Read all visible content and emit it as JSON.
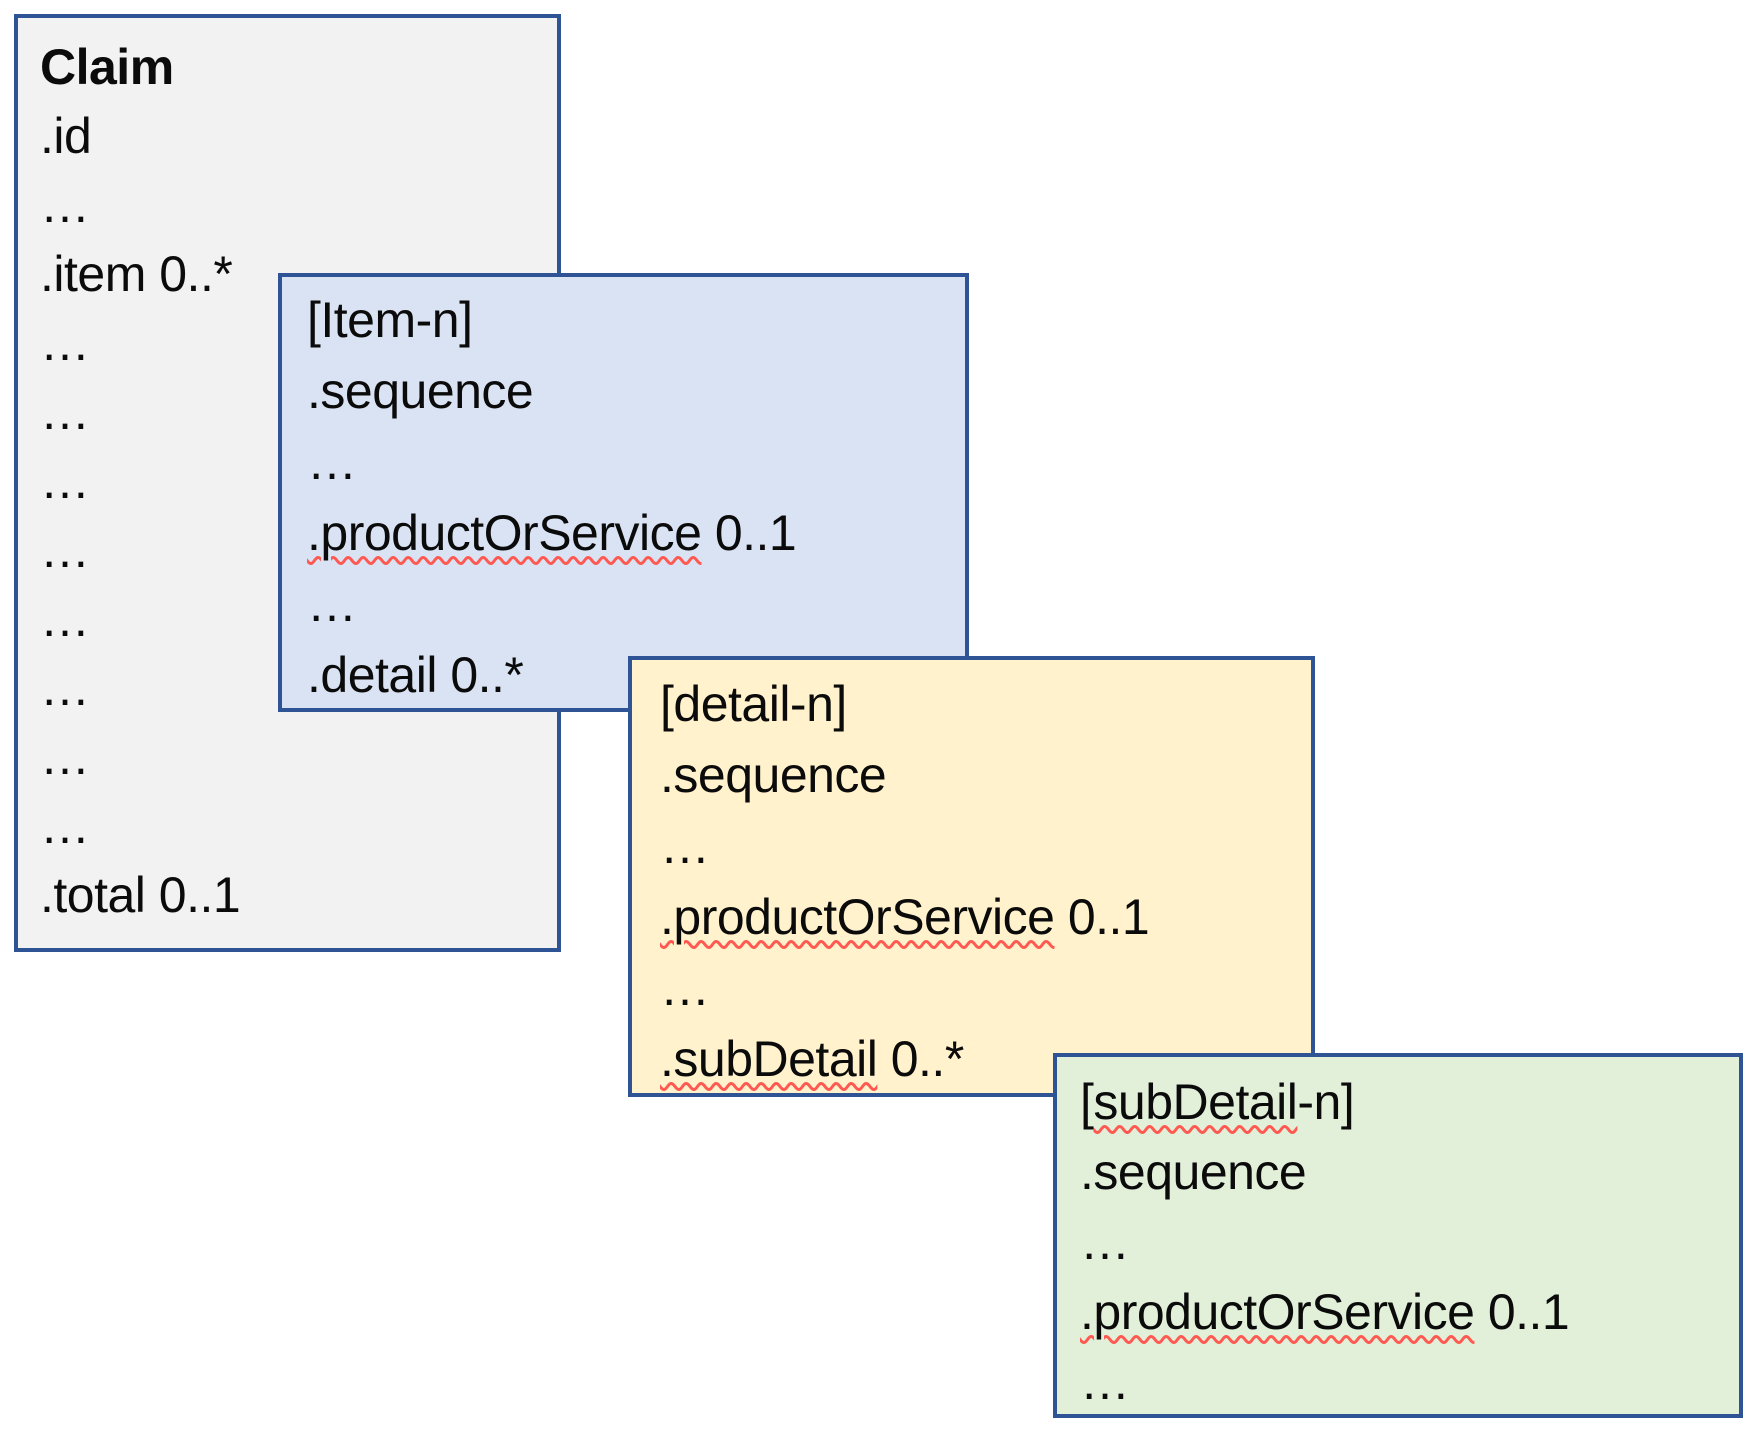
{
  "diagram": {
    "description": "Nested structure diagram of a Claim resource with item, detail and subDetail levels",
    "background_color": "#ffffff",
    "border_color": "#2F5496",
    "squiggle_color": "#ff5a52",
    "boxes": [
      {
        "id": "claim",
        "fill": "#F2F2F2",
        "lines": [
          {
            "pre": "Claim",
            "squiggle": "",
            "post": ""
          },
          {
            "pre": ".id",
            "squiggle": "",
            "post": ""
          },
          {
            "pre": "…",
            "squiggle": "",
            "post": ""
          },
          {
            "pre": ".item 0..*",
            "squiggle": "",
            "post": ""
          },
          {
            "pre": "…",
            "squiggle": "",
            "post": ""
          },
          {
            "pre": "…",
            "squiggle": "",
            "post": ""
          },
          {
            "pre": "…",
            "squiggle": "",
            "post": ""
          },
          {
            "pre": "…",
            "squiggle": "",
            "post": ""
          },
          {
            "pre": "…",
            "squiggle": "",
            "post": ""
          },
          {
            "pre": "…",
            "squiggle": "",
            "post": ""
          },
          {
            "pre": "…",
            "squiggle": "",
            "post": ""
          },
          {
            "pre": "…",
            "squiggle": "",
            "post": ""
          },
          {
            "pre": ".total 0..1",
            "squiggle": "",
            "post": ""
          }
        ]
      },
      {
        "id": "item",
        "fill": "#DAE3F3",
        "lines": [
          {
            "pre": "[Item-n]",
            "squiggle": "",
            "post": ""
          },
          {
            "pre": ".sequence",
            "squiggle": "",
            "post": ""
          },
          {
            "pre": "…",
            "squiggle": "",
            "post": ""
          },
          {
            "pre": "",
            "squiggle": ".productOrService",
            "post": " 0..1"
          },
          {
            "pre": "…",
            "squiggle": "",
            "post": ""
          },
          {
            "pre": ".detail 0..*",
            "squiggle": "",
            "post": ""
          }
        ]
      },
      {
        "id": "detail",
        "fill": "#FFF2CC",
        "lines": [
          {
            "pre": "[detail-n]",
            "squiggle": "",
            "post": ""
          },
          {
            "pre": ".sequence",
            "squiggle": "",
            "post": ""
          },
          {
            "pre": "…",
            "squiggle": "",
            "post": ""
          },
          {
            "pre": "",
            "squiggle": ".productOrService",
            "post": " 0..1"
          },
          {
            "pre": "…",
            "squiggle": "",
            "post": ""
          },
          {
            "pre": "",
            "squiggle": ".subDetail",
            "post": " 0..*"
          }
        ]
      },
      {
        "id": "subdetail",
        "fill": "#E2EFD9",
        "lines": [
          {
            "pre": "[",
            "squiggle": "subDetail",
            "post": "-n]"
          },
          {
            "pre": ".sequence",
            "squiggle": "",
            "post": ""
          },
          {
            "pre": "…",
            "squiggle": "",
            "post": ""
          },
          {
            "pre": "",
            "squiggle": ".productOrService",
            "post": " 0..1"
          },
          {
            "pre": "…",
            "squiggle": "",
            "post": ""
          }
        ]
      }
    ]
  }
}
